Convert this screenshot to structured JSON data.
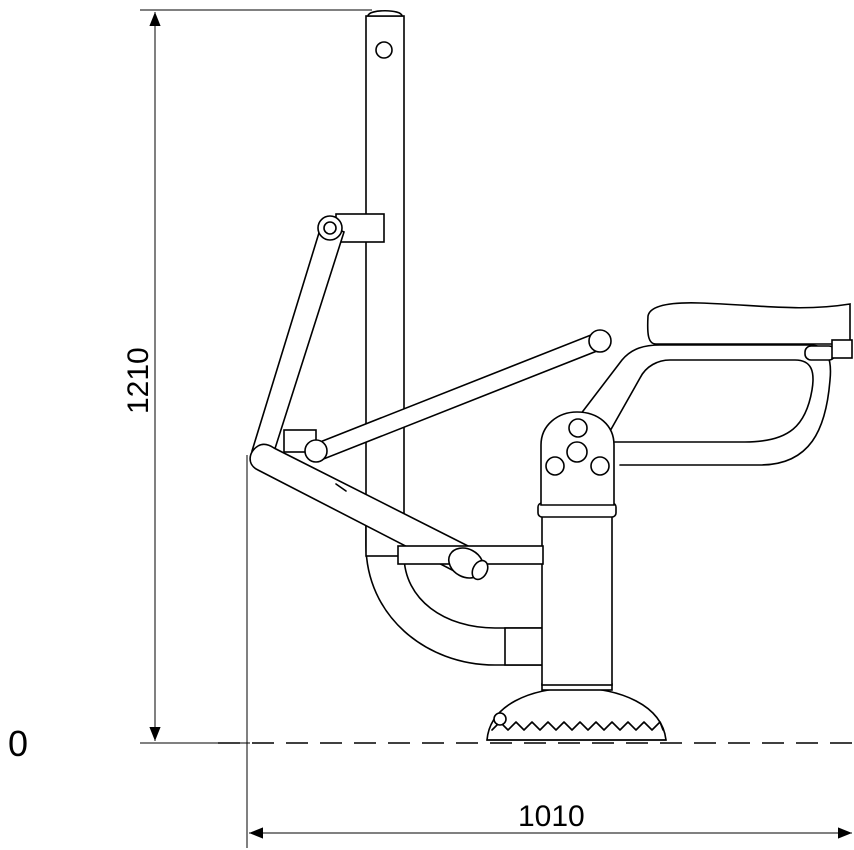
{
  "dimensions": {
    "height_label": "1210",
    "width_label": "1010",
    "ground_label": "0"
  }
}
